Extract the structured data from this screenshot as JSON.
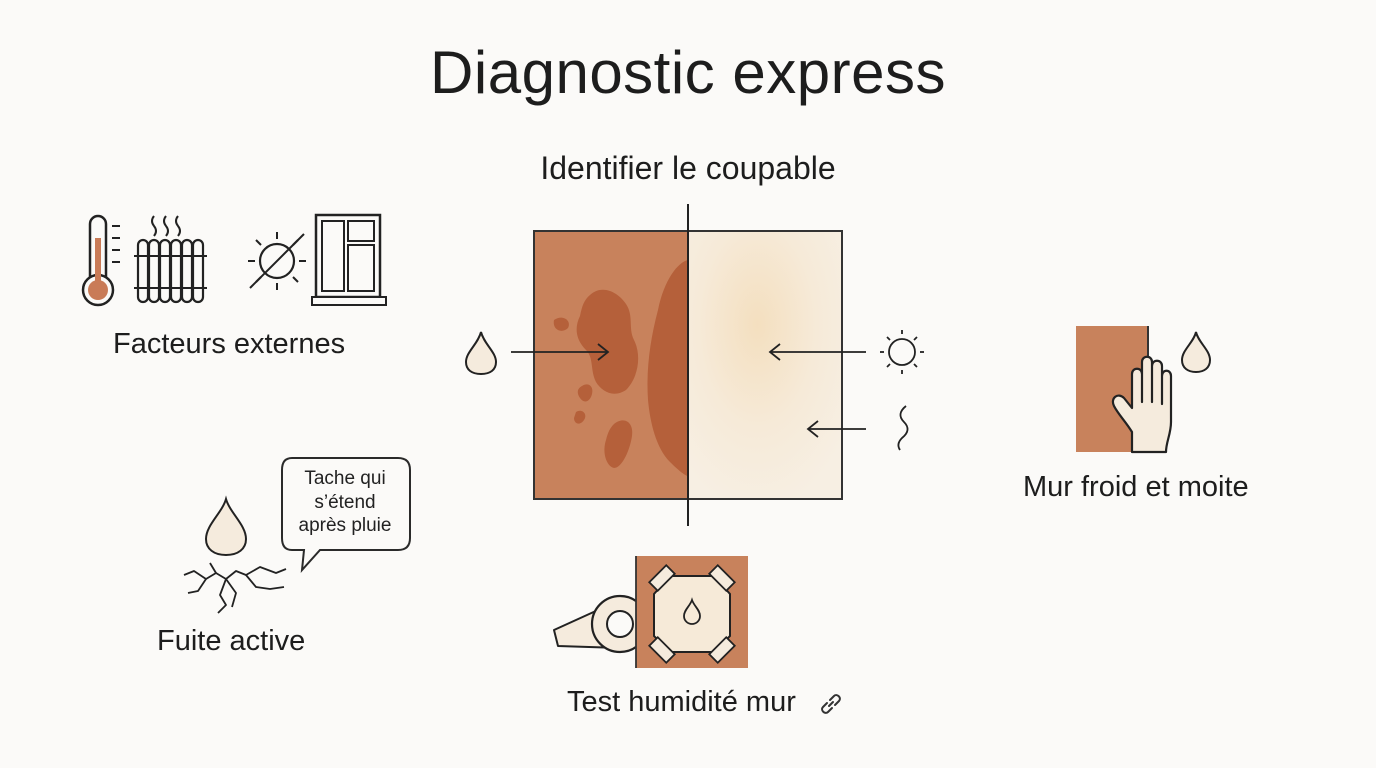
{
  "title": "Diagnostic express",
  "subtitle": "Identifier le coupable",
  "labels": {
    "external": "Facteurs externes",
    "leak": "Fuite active",
    "cold_wall": "Mur froid et moite",
    "test": "Test humidité mur"
  },
  "bubble": {
    "lines": [
      "Tache qui",
      "s’étend",
      "après pluie"
    ]
  },
  "icons": {
    "external": [
      "thermometer-icon",
      "radiator-icon",
      "sun-icon",
      "window-icon"
    ],
    "center": [
      "water-drop-icon",
      "sun-icon",
      "vapor-icon"
    ],
    "cold_wall": [
      "hand-icon",
      "water-drop-icon"
    ],
    "leak": [
      "water-drop-icon",
      "crack-icon",
      "speech-bubble-icon"
    ],
    "test": [
      "tape-roll-icon",
      "taped-square-icon",
      "link-icon"
    ]
  },
  "colors": {
    "terracotta": "#c8825c",
    "stain": "#b5603a",
    "beige": "#f6ead8",
    "cream": "#f5ebdd",
    "ink": "#222222"
  }
}
